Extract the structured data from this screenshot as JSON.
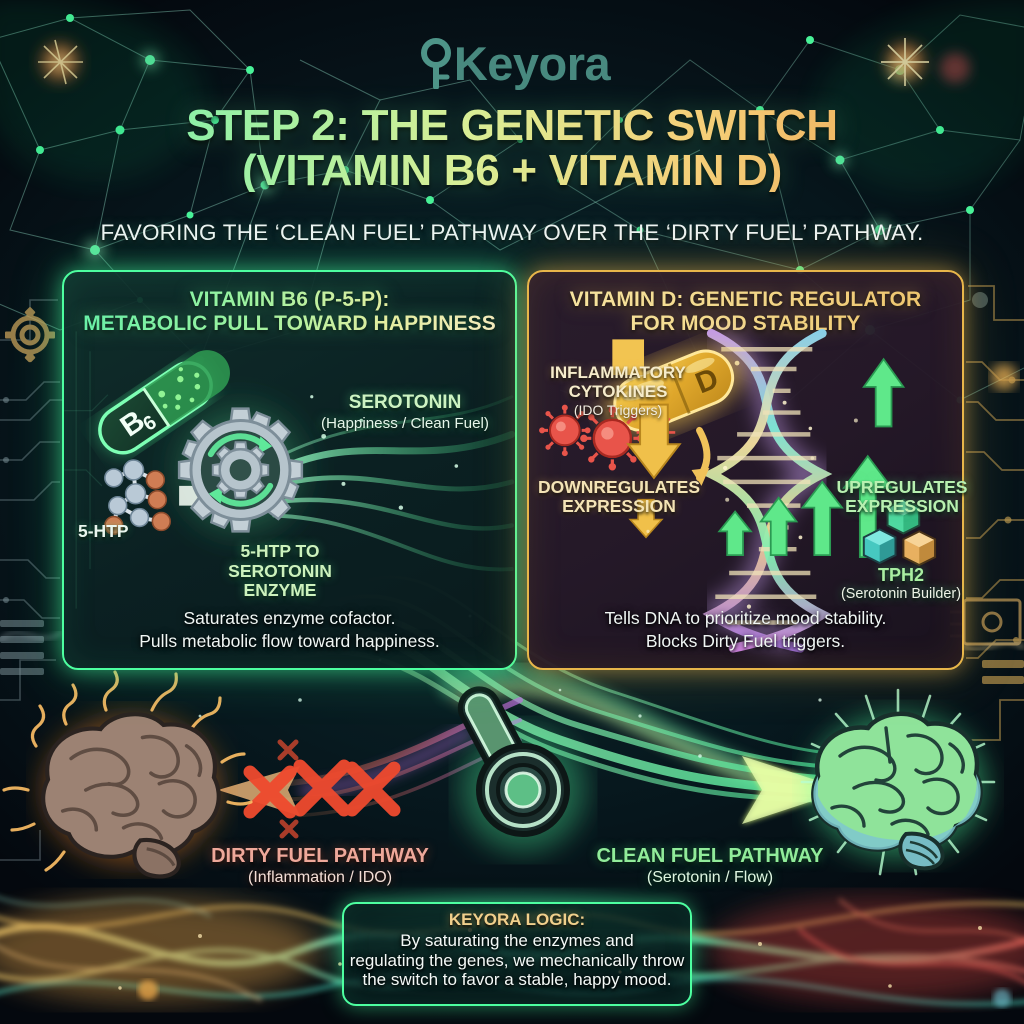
{
  "brand": {
    "name": "Keyora",
    "icon": "key-icon",
    "color": "#4e9488"
  },
  "header": {
    "title_line1": "STEP 2: THE GENETIC SWITCH",
    "title_line2": "(VITAMIN B6 + VITAMIN D)",
    "subtitle": "FAVORING THE ‘CLEAN FUEL’ PATHWAY OVER THE ‘DIRTY FUEL’ PATHWAY.",
    "gradient_start": "#55e8a2",
    "gradient_end": "#e89a4b"
  },
  "panels": {
    "b6": {
      "title": "VITAMIN B6 (P-5-P):\nMETABOLIC PULL TOWARD HAPPINESS",
      "title_line1": "VITAMIN B6 (P-5-P):",
      "title_line2": "METABOLIC PULL TOWARD HAPPINESS",
      "accent_color": "#4dffa0",
      "capsule_label": "B6",
      "molecule_label": "5-HTP",
      "enzyme_label": "5-HTP to\nSEROTONIN\nENZYME",
      "enzyme_label_l1": "5-HTP to",
      "enzyme_label_l2": "SEROTONIN",
      "enzyme_label_l3": "ENZYME",
      "output_label": "SEROTONIN",
      "output_sub": "(Happiness / Clean Fuel)",
      "footer_l1": "Saturates enzyme cofactor.",
      "footer_l2": "Pulls metabolic flow toward happiness."
    },
    "d": {
      "title_line1": "VITAMIN D: GENETIC REGULATOR",
      "title_line2": "FOR MOOD STABILITY",
      "accent_color": "#e8b64a",
      "capsule_label": "D",
      "cytokines_l1": "INFLAMMATORY",
      "cytokines_l2": "CYTOKINES",
      "cytokines_sub": "(IDO Triggers)",
      "down_l1": "DOWNREGULATES",
      "down_l2": "EXPRESSION",
      "up_l1": "UPREGULATES",
      "up_l2": "EXPRESSION",
      "gene_label": "TPH2",
      "gene_sub": "(Serotonin Builder)",
      "footer_l1": "Tells DNA to prioritize mood stability.",
      "footer_l2": "Blocks Dirty Fuel triggers."
    }
  },
  "pathways": {
    "dirty": {
      "title": "DIRTY FUEL PATHWAY",
      "sub": "(Inflammation / IDO)",
      "color": "#efa89a",
      "blocked": true,
      "block_marks": "xxx",
      "brain_icon": "inflamed-brain-icon"
    },
    "clean": {
      "title": "CLEAN FUEL PATHWAY",
      "sub": "(Serotonin / Flow)",
      "color": "#91ec9a",
      "brain_icon": "healthy-brain-icon"
    },
    "switch_icon": "toggle-switch-icon",
    "switch_position": "right"
  },
  "logic": {
    "header": "KEYORA LOGIC:",
    "line1": "By saturating the enzymes and",
    "line2": "regulating the genes, we mechanically throw",
    "line3": "the switch to favor a stable, happy mood."
  }
}
